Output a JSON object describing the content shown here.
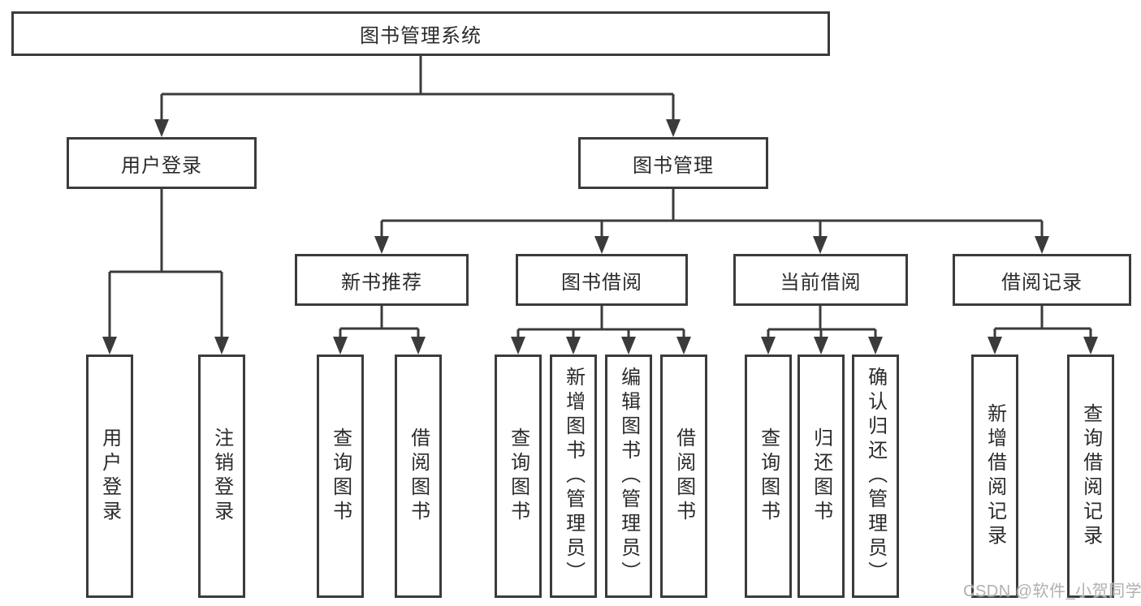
{
  "tree": {
    "root": {
      "label": "图书管理系统"
    },
    "children": [
      {
        "label": "用户登录",
        "children": [
          {
            "label": "用户登录"
          },
          {
            "label": "注销登录"
          }
        ]
      },
      {
        "label": "图书管理",
        "children": [
          {
            "label": "新书推荐",
            "children": [
              {
                "label": "查询图书"
              },
              {
                "label": "借阅图书"
              }
            ]
          },
          {
            "label": "图书借阅",
            "children": [
              {
                "label": "查询图书"
              },
              {
                "label": "新增图书（管理员）"
              },
              {
                "label": "编辑图书（管理员）"
              },
              {
                "label": "借阅图书"
              }
            ]
          },
          {
            "label": "当前借阅",
            "children": [
              {
                "label": "查询图书"
              },
              {
                "label": "归还图书"
              },
              {
                "label": "确认归还（管理员）"
              }
            ]
          },
          {
            "label": "借阅记录",
            "children": [
              {
                "label": "新增借阅记录"
              },
              {
                "label": "查询借阅记录"
              }
            ]
          }
        ]
      }
    ]
  },
  "watermark": {
    "text": "CSDN @软件_小贺同学"
  },
  "colors": {
    "line": "#3b3b3b",
    "text": "#2b2b2b",
    "watermark": "#b0b0b0",
    "background": "#ffffff"
  }
}
